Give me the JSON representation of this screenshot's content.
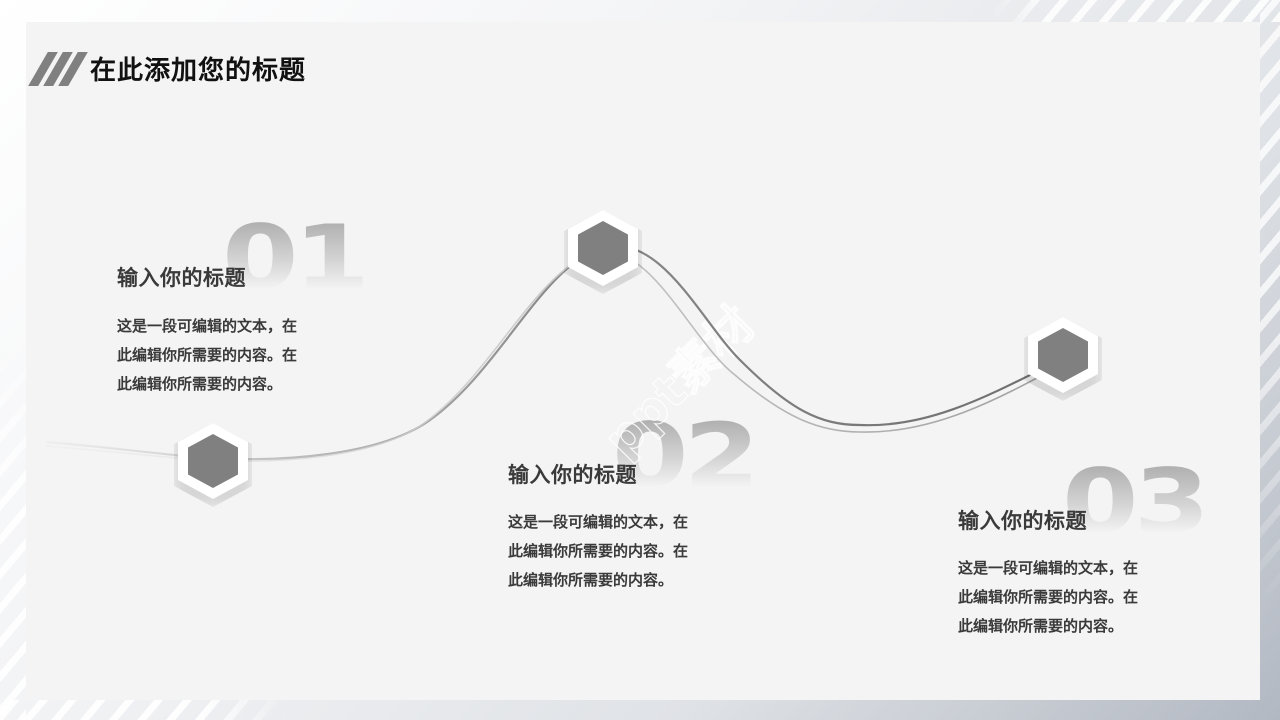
{
  "slide": {
    "title": "在此添加您的标题",
    "title_icon": "triple-slash-icon",
    "colors": {
      "panel_bg": "#f4f4f4",
      "accent_gray": "#808080",
      "title_text": "#111111",
      "body_text": "#3a3a3a"
    }
  },
  "watermark": {
    "text": "ppt素材"
  },
  "steps": [
    {
      "number": "01",
      "title": "输入你的标题",
      "body_lines": [
        "这是一段可编辑的文本，在",
        "此编辑你所需要的内容。在",
        "此编辑你所需要的内容。"
      ],
      "node_icon": "hexagon-icon"
    },
    {
      "number": "02",
      "title": "输入你的标题",
      "body_lines": [
        "这是一段可编辑的文本，在",
        "此编辑你所需要的内容。在",
        "此编辑你所需要的内容。"
      ],
      "node_icon": "hexagon-icon"
    },
    {
      "number": "03",
      "title": "输入你的标题",
      "body_lines": [
        "这是一段可编辑的文本，在",
        "此编辑你所需要的内容。在",
        "此编辑你所需要的内容。"
      ],
      "node_icon": "hexagon-icon"
    }
  ]
}
